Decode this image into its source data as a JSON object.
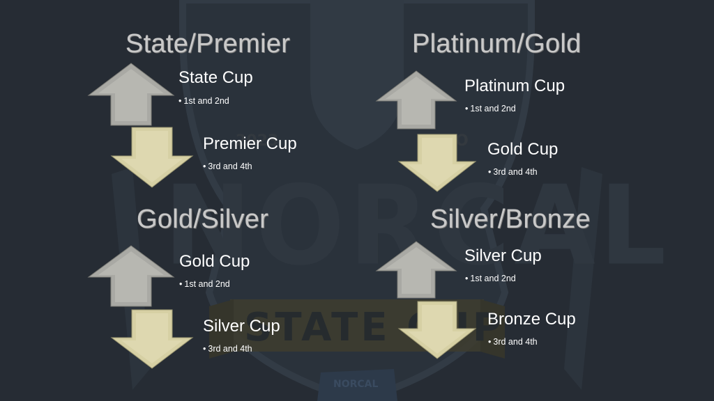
{
  "background": {
    "color": "#262c34",
    "watermark_icon": "norcal-state-cup-logo",
    "watermark_text": {
      "main": "NORCAL",
      "banner": "STATE CUP",
      "small_left": "2023",
      "small_right": "PRO",
      "badge": "NORCAL"
    }
  },
  "colors": {
    "up_arrow": "#a9a9a4",
    "down_arrow": "#d6d0a4",
    "title": "#c9c9c9"
  },
  "panels": [
    {
      "title": "State/Premier",
      "upper": {
        "name": "State Cup",
        "places": "1st and 2nd"
      },
      "lower": {
        "name": "Premier Cup",
        "places": "3rd and 4th"
      }
    },
    {
      "title": "Platinum/Gold",
      "upper": {
        "name": "Platinum Cup",
        "places": "1st and 2nd"
      },
      "lower": {
        "name": "Gold Cup",
        "places": "3rd and 4th"
      }
    },
    {
      "title": "Gold/Silver",
      "upper": {
        "name": "Gold Cup",
        "places": "1st and 2nd"
      },
      "lower": {
        "name": "Silver Cup",
        "places": "3rd and 4th"
      }
    },
    {
      "title": "Silver/Bronze",
      "upper": {
        "name": "Silver Cup",
        "places": "1st and 2nd"
      },
      "lower": {
        "name": "Bronze Cup",
        "places": "3rd and 4th"
      }
    }
  ]
}
